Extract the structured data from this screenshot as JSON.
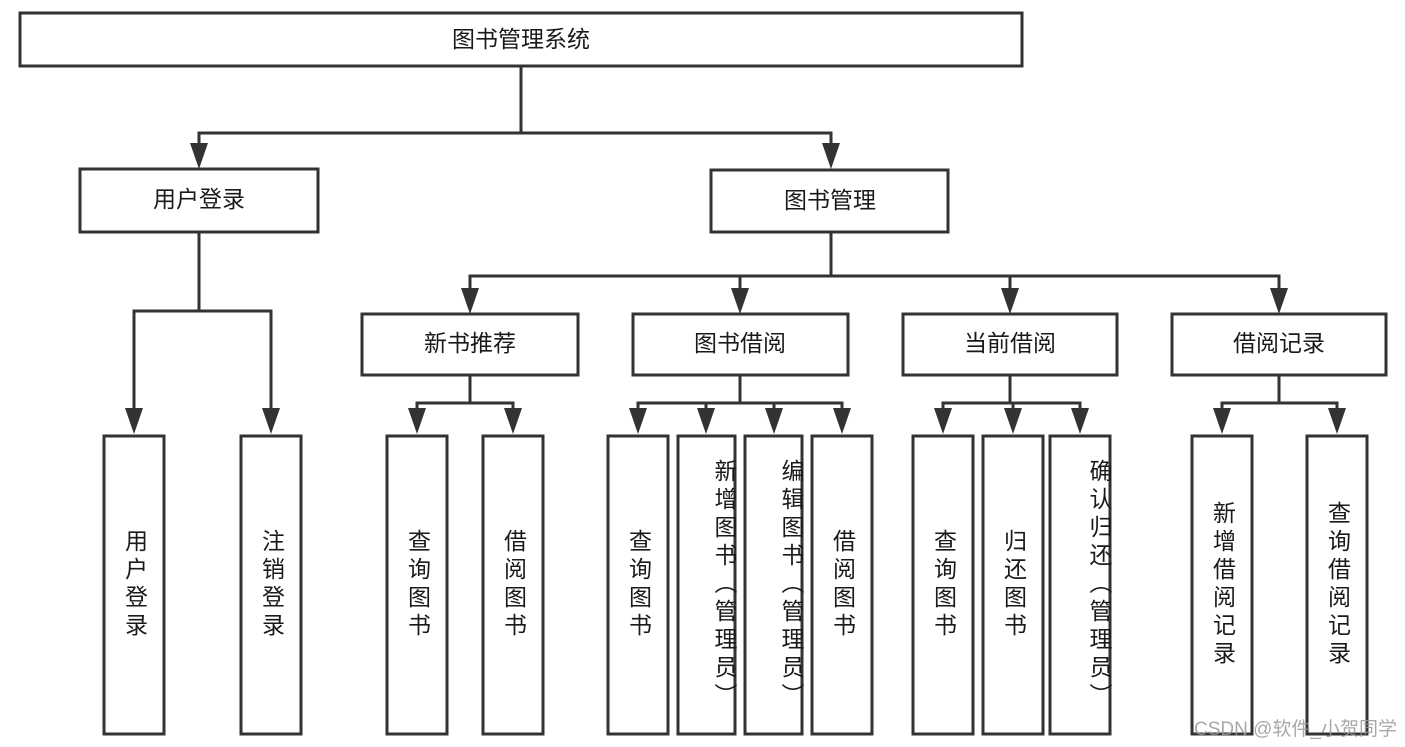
{
  "diagram": {
    "type": "tree-hierarchy",
    "title": "图书管理系统",
    "watermark": "CSDN @软件_小贺同学",
    "colors": {
      "stroke": "#333333",
      "fill": "#ffffff",
      "text": "#1a1a1a",
      "watermark": "#9a9a9a",
      "background": "#ffffff"
    },
    "levels": {
      "level1": [
        {
          "id": "root",
          "label": "图书管理系统"
        }
      ],
      "level2": [
        {
          "id": "user-login",
          "label": "用户登录",
          "parent": "root"
        },
        {
          "id": "book-manage",
          "label": "图书管理",
          "parent": "root"
        }
      ],
      "level3": [
        {
          "id": "new-book-rec",
          "label": "新书推荐",
          "parent": "book-manage"
        },
        {
          "id": "book-borrow",
          "label": "图书借阅",
          "parent": "book-manage"
        },
        {
          "id": "current-borrow",
          "label": "当前借阅",
          "parent": "book-manage"
        },
        {
          "id": "borrow-record",
          "label": "借阅记录",
          "parent": "book-manage"
        }
      ],
      "leaves": [
        {
          "id": "leaf-user-login",
          "label": "用户登录",
          "parent": "user-login"
        },
        {
          "id": "leaf-logout",
          "label": "注销登录",
          "parent": "user-login"
        },
        {
          "id": "leaf-query-book-1",
          "label": "查询图书",
          "parent": "new-book-rec"
        },
        {
          "id": "leaf-borrow-book-1",
          "label": "借阅图书",
          "parent": "new-book-rec"
        },
        {
          "id": "leaf-query-book-2",
          "label": "查询图书",
          "parent": "book-borrow"
        },
        {
          "id": "leaf-add-book",
          "label": "新增图书（管理员）",
          "parent": "book-borrow"
        },
        {
          "id": "leaf-edit-book",
          "label": "编辑图书（管理员）",
          "parent": "book-borrow"
        },
        {
          "id": "leaf-borrow-book-2",
          "label": "借阅图书",
          "parent": "book-borrow"
        },
        {
          "id": "leaf-query-book-3",
          "label": "查询图书",
          "parent": "current-borrow"
        },
        {
          "id": "leaf-return-book",
          "label": "归还图书",
          "parent": "current-borrow"
        },
        {
          "id": "leaf-confirm-return",
          "label": "确认归还（管理员）",
          "parent": "current-borrow"
        },
        {
          "id": "leaf-add-record",
          "label": "新增借阅记录",
          "parent": "borrow-record"
        },
        {
          "id": "leaf-query-record",
          "label": "查询借阅记录",
          "parent": "borrow-record"
        }
      ]
    }
  }
}
